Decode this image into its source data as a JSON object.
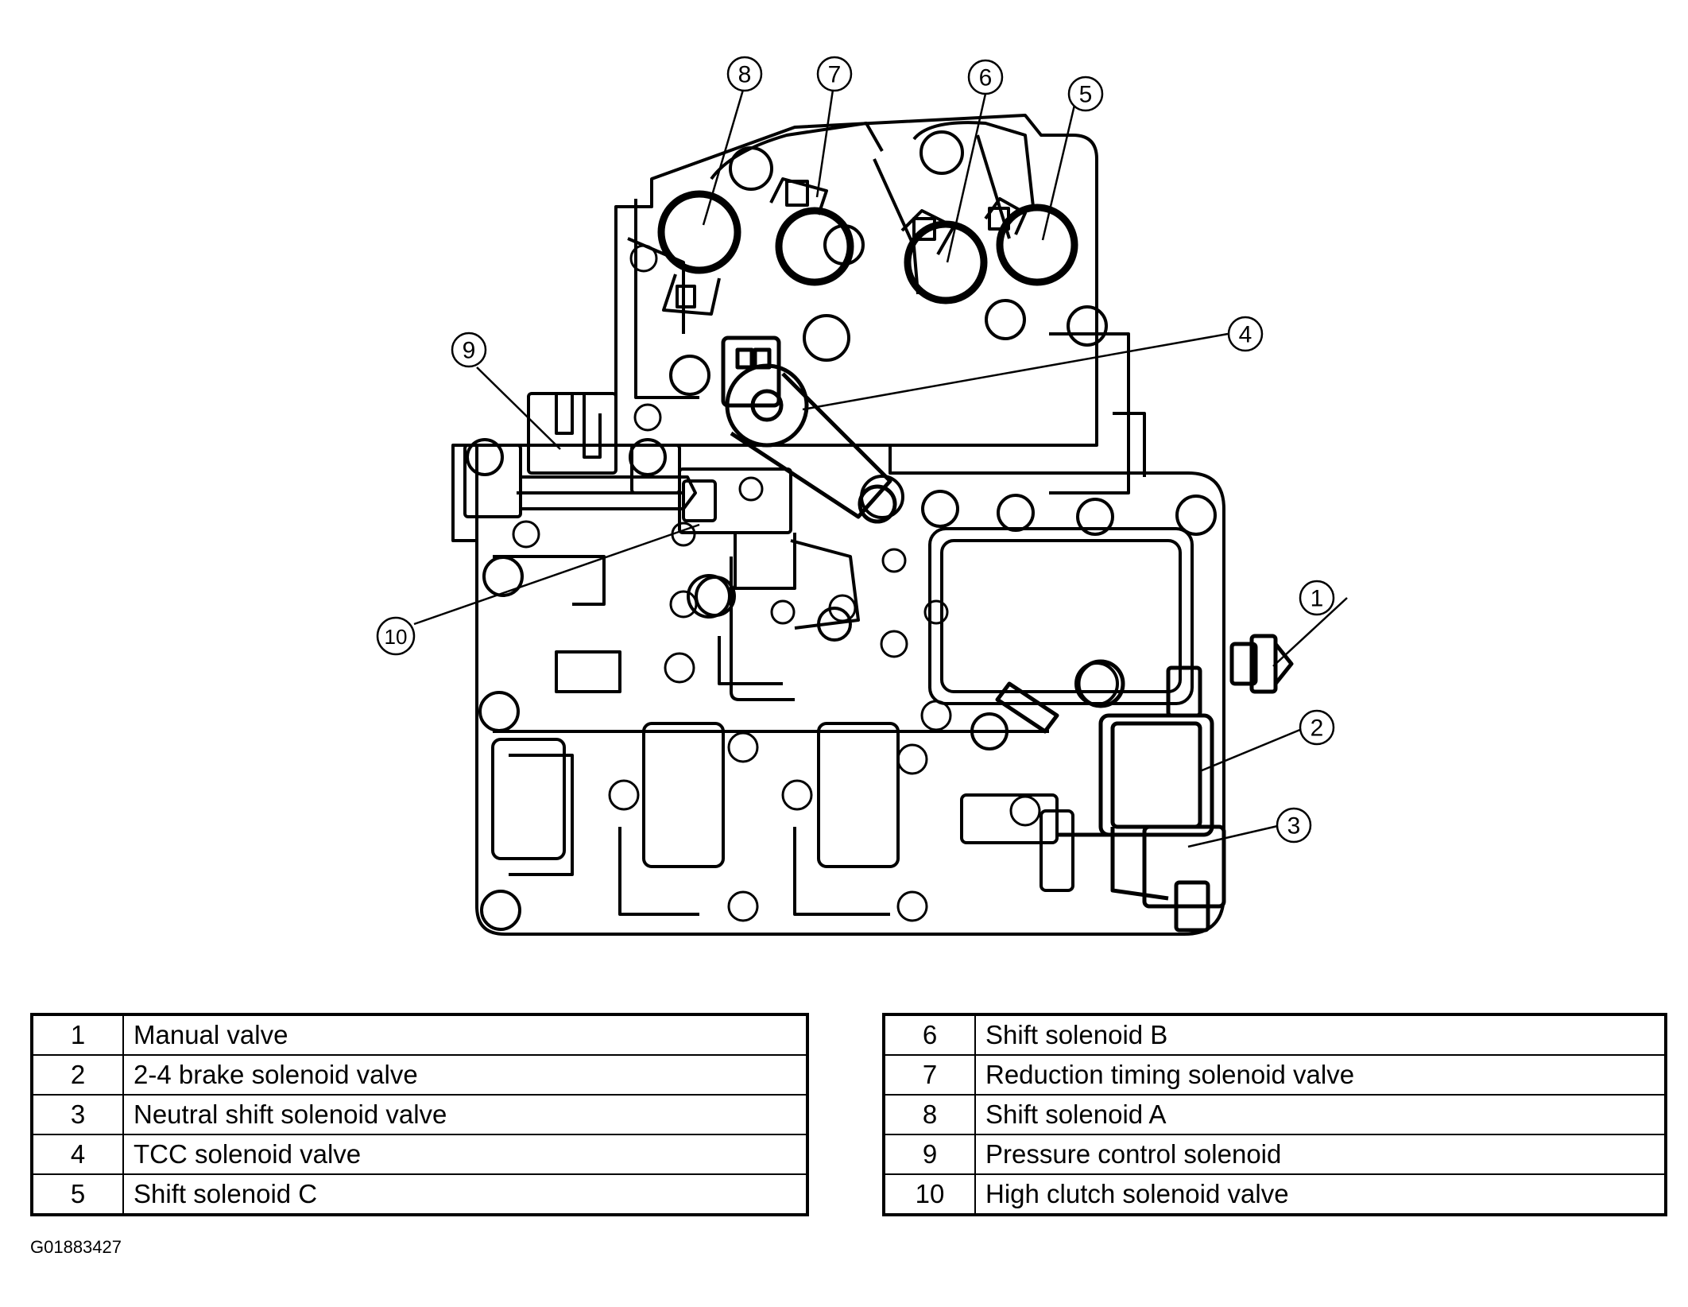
{
  "callouts": [
    "1",
    "2",
    "3",
    "4",
    "5",
    "6",
    "7",
    "8",
    "9",
    "10"
  ],
  "legend_left": [
    {
      "num": "1",
      "label": "Manual valve"
    },
    {
      "num": "2",
      "label": "2-4 brake solenoid valve"
    },
    {
      "num": "3",
      "label": "Neutral shift solenoid valve"
    },
    {
      "num": "4",
      "label": "TCC solenoid valve"
    },
    {
      "num": "5",
      "label": "Shift solenoid C"
    }
  ],
  "legend_right": [
    {
      "num": "6",
      "label": "Shift solenoid B"
    },
    {
      "num": "7",
      "label": "Reduction timing solenoid valve"
    },
    {
      "num": "8",
      "label": "Shift solenoid A"
    },
    {
      "num": "9",
      "label": "Pressure control solenoid"
    },
    {
      "num": "10",
      "label": "High clutch solenoid valve"
    }
  ],
  "figure_id": "G01883427"
}
